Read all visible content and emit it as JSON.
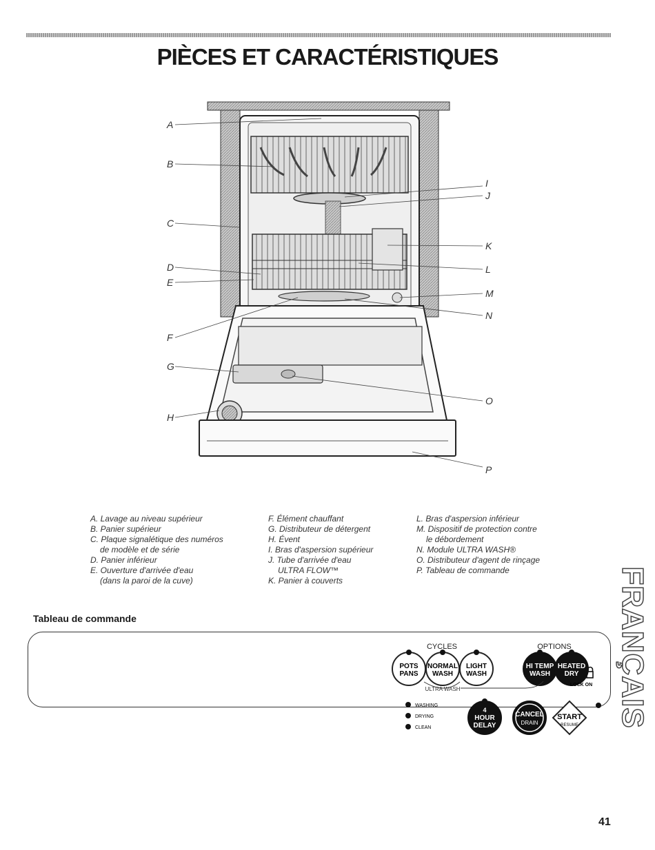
{
  "title": "PIÈCES ET CARACTÉRISTIQUES",
  "diagram": {
    "callouts": [
      "A",
      "B",
      "C",
      "D",
      "E",
      "F",
      "G",
      "H",
      "I",
      "J",
      "K",
      "L",
      "M",
      "N",
      "O",
      "P"
    ]
  },
  "legend": {
    "col1": [
      "A. Lavage au niveau supérieur",
      "B. Panier supérieur",
      "C. Plaque signalétique des numéros",
      "de modèle et de série",
      "D. Panier inférieur",
      "E. Ouverture d'arrivée d'eau",
      "(dans la paroi de la cuve)"
    ],
    "col2": [
      "F. Élément chauffant",
      "G. Distributeur de détergent",
      "H. Évent",
      "I. Bras d'aspersion supérieur",
      "J. Tube d'arrivée d'eau",
      "ULTRA FLOW™",
      "K. Panier à couverts"
    ],
    "col3": [
      "L. Bras d'aspersion inférieur",
      "M. Dispositif de protection contre",
      "le débordement",
      "N. Module ULTRA WASH®",
      "O. Distributeur d'agent de rinçage",
      "P. Tableau de commande"
    ]
  },
  "section_heading": "Tableau de commande",
  "control_panel": {
    "cycles_label": "CYCLES",
    "options_label": "OPTIONS",
    "buttons": {
      "pots_pans": [
        "POTS",
        "PANS"
      ],
      "normal_wash": [
        "NORMAL",
        "WASH"
      ],
      "light_wash": [
        "LIGHT",
        "WASH"
      ],
      "hi_temp_wash": [
        "HI TEMP",
        "WASH"
      ],
      "heated_dry": [
        "HEATED",
        "DRY"
      ],
      "hour_delay": [
        "4",
        "HOUR",
        "DELAY"
      ],
      "cancel_drain": [
        "CANCEL",
        "DRAIN"
      ],
      "start_resume": [
        "START",
        "RESUME"
      ]
    },
    "ultra_wash_label": "ULTRA WASH",
    "lock_on_label": "LOCK ON",
    "status": [
      "WASHING",
      "DRYING",
      "CLEAN"
    ]
  },
  "side_tab": "FRANÇAIS",
  "page_number": "41"
}
